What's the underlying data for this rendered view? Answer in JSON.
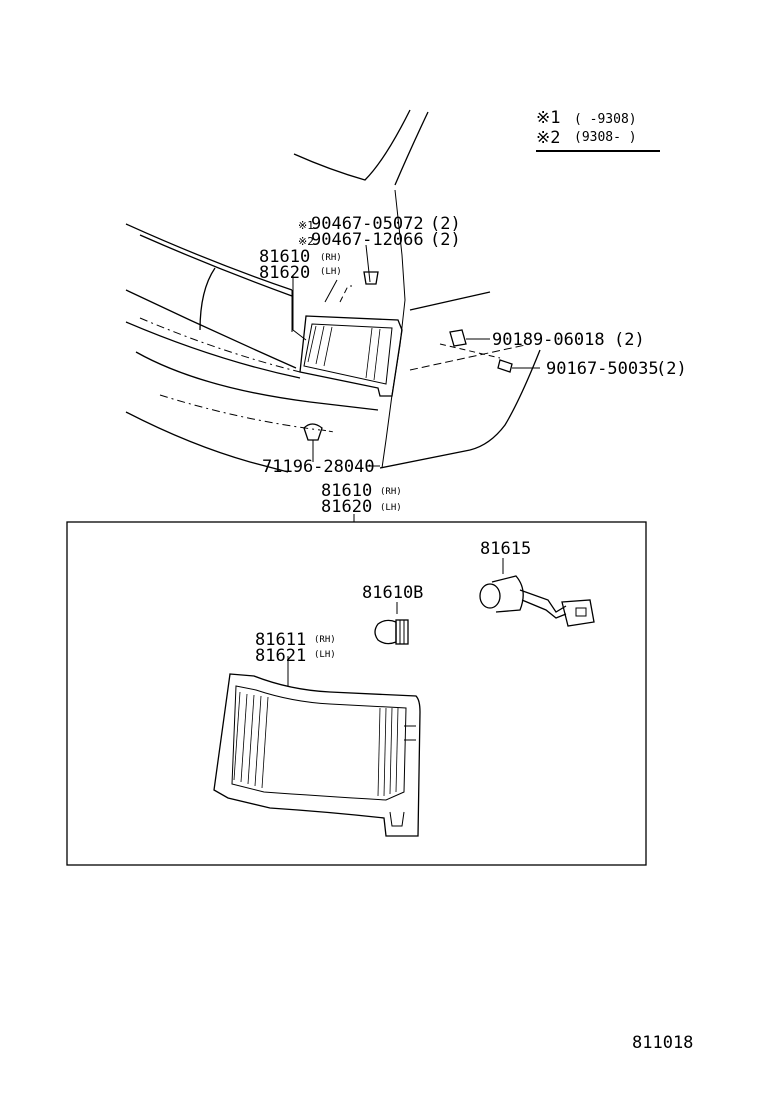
{
  "legend": {
    "note1": {
      "mark": "※1",
      "text": "(        -9308)"
    },
    "note2": {
      "mark": "※2",
      "text": "(9308-        )"
    }
  },
  "callouts": {
    "bolt1": {
      "mark": "※1",
      "part": "90467-05072",
      "qty": "(2)"
    },
    "bolt2": {
      "mark": "※2",
      "part": "90467-12066",
      "qty": "(2)"
    },
    "lamp_assy_top": [
      {
        "part": "81610",
        "side": "(RH)"
      },
      {
        "part": "81620",
        "side": "(LH)"
      }
    ],
    "nut": {
      "part": "90189-06018",
      "qty": "(2)"
    },
    "screw": {
      "part": "90167-50035",
      "qty": "(2)"
    },
    "clip": {
      "part": "71196-28040"
    },
    "lamp_assy_box": [
      {
        "part": "81610",
        "side": "(RH)"
      },
      {
        "part": "81620",
        "side": "(LH)"
      }
    ],
    "socket": {
      "part": "81615"
    },
    "bulb": {
      "part": "81610B"
    },
    "lens": [
      {
        "part": "81611",
        "side": "(RH)"
      },
      {
        "part": "81621",
        "side": "(LH)"
      }
    ]
  },
  "diagram_code": "811018"
}
